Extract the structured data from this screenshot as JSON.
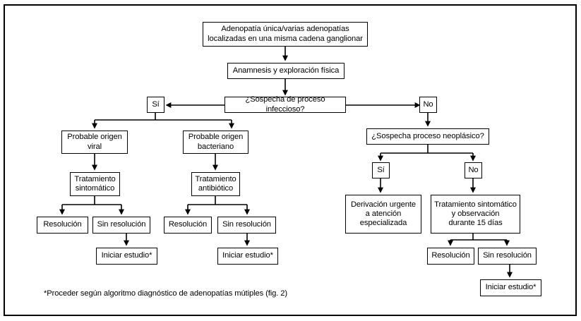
{
  "figure": {
    "title_text": "Adenopatía única/varias adenopatías\nlocalizadas en una misma cadena ganglionar",
    "footnote": "*Proceder según algoritmo diagnóstico de adenopatías mútiples (fig. 2)",
    "border_color": "#000000",
    "background_color": "#ffffff",
    "text_color": "#000000"
  },
  "nodes": {
    "root": "Adenopatía única/varias adenopatías\nlocalizadas en una misma cadena ganglionar",
    "anamnesis": "Anamnesis y exploración física",
    "q_infeccioso": "¿Sospecha de proceso infeccioso?",
    "infeccioso_si": "Sí",
    "infeccioso_no": "No",
    "origen_viral": "Probable origen\nviral",
    "origen_bacteriano": "Probable origen\nbacteriano",
    "trat_sintomatico": "Tratamiento\nsintomático",
    "trat_antibiotico": "Tratamiento\nantibiótico",
    "viral_resolucion": "Resolución",
    "viral_sin_resolucion": "Sin resolución",
    "viral_iniciar_estudio": "Iniciar estudio*",
    "bact_resolucion": "Resolución",
    "bact_sin_resolucion": "Sin resolución",
    "bact_iniciar_estudio": "Iniciar estudio*",
    "q_neoplasico": "¿Sospecha proceso neoplásico?",
    "neoplasico_si": "Sí",
    "neoplasico_no": "No",
    "derivacion": "Derivación urgente\na atención\nespecializada",
    "trat_observacion": "Tratamiento sintomático\ny observación\ndurante 15 días",
    "obs_resolucion": "Resolución",
    "obs_sin_resolucion": "Sin resolución",
    "obs_iniciar_estudio": "Iniciar estudio*"
  }
}
